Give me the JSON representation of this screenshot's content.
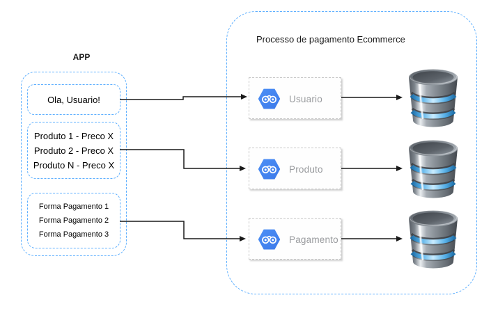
{
  "diagram": {
    "app": {
      "label": "APP",
      "greeting": "Ola, Usuario!",
      "products": [
        "Produto 1 - Preco X",
        "Produto 2 - Preco X",
        "Produto N - Preco X"
      ],
      "payment_methods": [
        "Forma Pagamento 1",
        "Forma Pagamento 2",
        "Forma Pagamento 3"
      ]
    },
    "process": {
      "title": "Processo de pagamento Ecommerce",
      "services": [
        {
          "label": "Usuario",
          "icon": "api-hexagon-icon",
          "storage_icon": "database-icon"
        },
        {
          "label": "Produto",
          "icon": "api-hexagon-icon",
          "storage_icon": "database-icon"
        },
        {
          "label": "Pagamento",
          "icon": "api-hexagon-icon",
          "storage_icon": "database-icon"
        }
      ]
    },
    "colors": {
      "dashed_blue": "#5fb0ff",
      "service_border": "#c8c8c8",
      "service_text": "#999b9e",
      "hexagon_blue": "#4285f4",
      "arrow": "#1a1a1a",
      "db_stripe_blue": "#57b0e8"
    }
  }
}
